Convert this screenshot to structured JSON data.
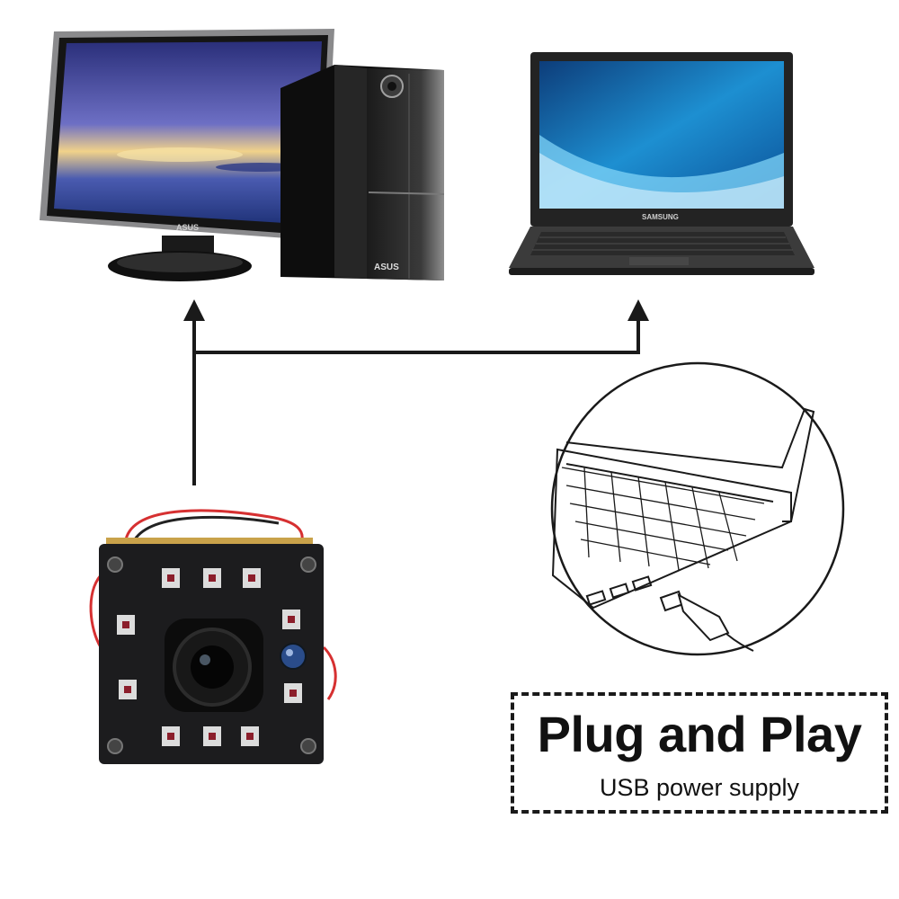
{
  "devices": {
    "desktop": {
      "monitor_brand": "ASUS",
      "tower_brand": "ASUS"
    },
    "laptop": {
      "brand": "SAMSUNG"
    }
  },
  "callout": {
    "title": "Plug and Play",
    "subtitle": "USB power supply"
  },
  "colors": {
    "arrow": "#1a1a1a",
    "wire_red": "#d63031",
    "wire_black": "#222222",
    "pcb": "#1c1c1e",
    "ir_led": "#8b1e2b"
  }
}
